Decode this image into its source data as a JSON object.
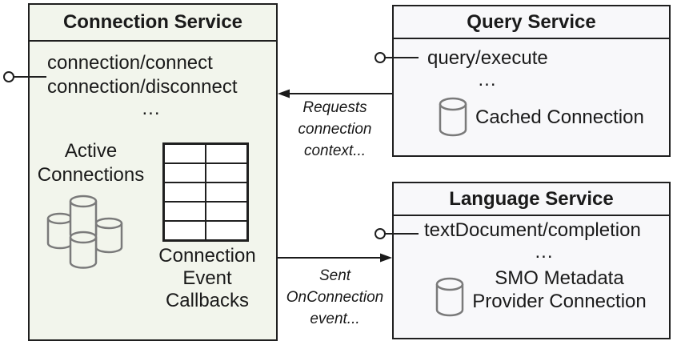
{
  "colors": {
    "connection_box_bg": "#f2f5ec",
    "service_box_bg": "#f8f8fa",
    "line": "#1a1a1a",
    "cylinder_stroke": "#7a7a7a",
    "table_cell_bg": "#ffffff"
  },
  "icons": {
    "interface_lollipop": "circle-with-stick connector",
    "database": "cylinder",
    "database_cluster": "four-cylinders"
  },
  "connection_service": {
    "title": "Connection Service",
    "methods": "connection/connect\nconnection/disconnect",
    "ellipsis": "...",
    "active_connections_label": "Active\nConnections",
    "callbacks_label": "Connection\nEvent\nCallbacks",
    "callback_table": {
      "rows": 5,
      "columns": 2
    }
  },
  "query_service": {
    "title": "Query Service",
    "methods": "query/execute",
    "ellipsis": "...",
    "cached_connection_label": "Cached Connection"
  },
  "language_service": {
    "title": "Language Service",
    "methods": "textDocument/completion",
    "ellipsis": "...",
    "smo_label": "SMO Metadata\nProvider Connection"
  },
  "arrows": {
    "requests_label": "Requests\nconnection\ncontext...",
    "sent_label": "Sent\nOnConnection\nevent..."
  }
}
